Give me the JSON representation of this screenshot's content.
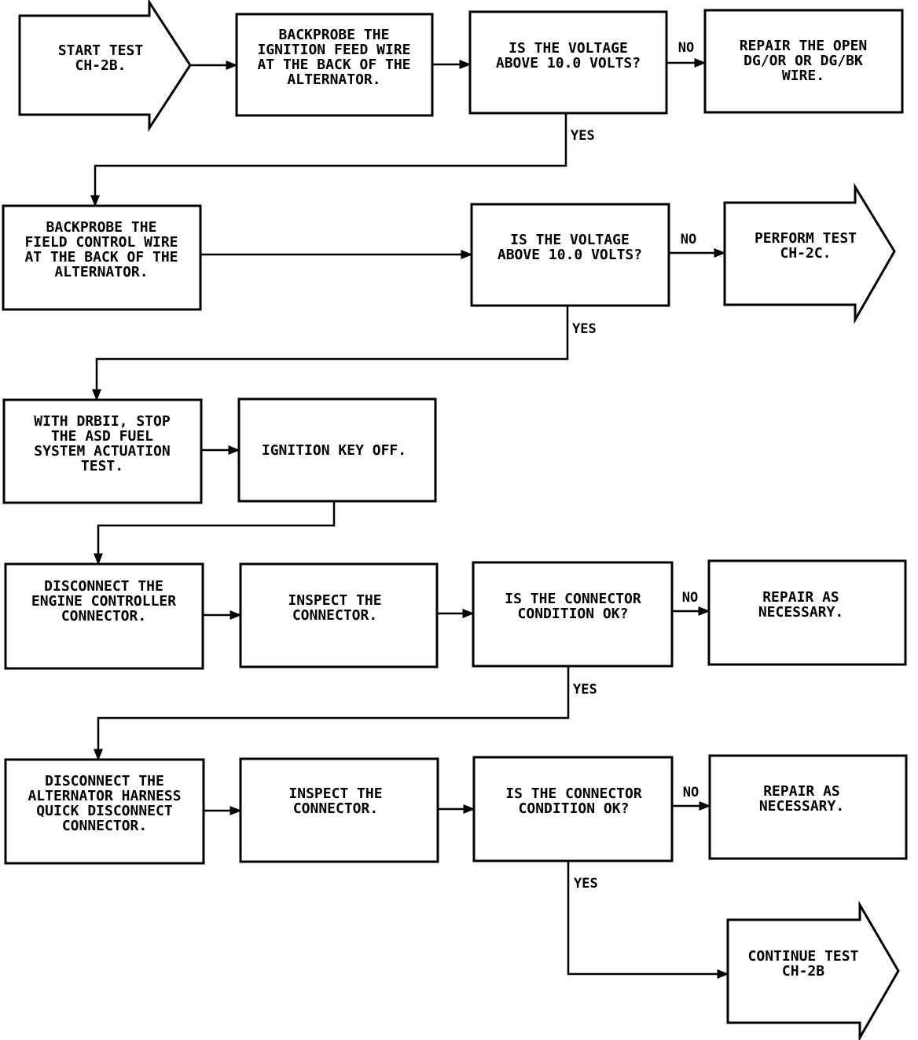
{
  "nodes": {
    "start_test": [
      "START TEST",
      "CH-2B."
    ],
    "backprobe_ignition": [
      "BACKPROBE THE",
      "IGNITION FEED WIRE",
      "AT THE BACK OF THE",
      "ALTERNATOR."
    ],
    "voltage_q1": [
      "IS THE VOLTAGE",
      "ABOVE 10.0 VOLTS?"
    ],
    "repair_open_wire": [
      "REPAIR THE OPEN",
      "DG/OR OR DG/BK",
      "WIRE."
    ],
    "backprobe_field": [
      "BACKPROBE THE",
      "FIELD CONTROL WIRE",
      "AT THE BACK OF THE",
      "ALTERNATOR."
    ],
    "voltage_q2": [
      "IS THE VOLTAGE",
      "ABOVE 10.0 VOLTS?"
    ],
    "perform_test": [
      "PERFORM TEST",
      "CH-2C."
    ],
    "drb_stop_asd": [
      "WITH DRBII, STOP",
      "THE ASD FUEL",
      "SYSTEM ACTUATION",
      "TEST."
    ],
    "ignition_off": [
      "IGNITION KEY OFF."
    ],
    "disconnect_engine_controller": [
      "DISCONNECT THE",
      "ENGINE CONTROLLER",
      "CONNECTOR."
    ],
    "inspect_connector_1": [
      "INSPECT THE",
      "CONNECTOR."
    ],
    "connector_q1": [
      "IS THE CONNECTOR",
      "CONDITION OK?"
    ],
    "repair_1": [
      "REPAIR AS",
      "NECESSARY."
    ],
    "disconnect_alternator_harness": [
      "DISCONNECT THE",
      "ALTERNATOR HARNESS",
      "QUICK DISCONNECT",
      "CONNECTOR."
    ],
    "inspect_connector_2": [
      "INSPECT THE",
      "CONNECTOR."
    ],
    "connector_q2": [
      "IS THE CONNECTOR",
      "CONDITION OK?"
    ],
    "repair_2": [
      "REPAIR AS",
      "NECESSARY."
    ],
    "continue_test": [
      "CONTINUE TEST",
      "CH-2B"
    ]
  },
  "edge_labels": {
    "no": "NO",
    "yes": "YES"
  },
  "colors": {
    "stroke": "#000000",
    "fill": "#ffffff"
  }
}
